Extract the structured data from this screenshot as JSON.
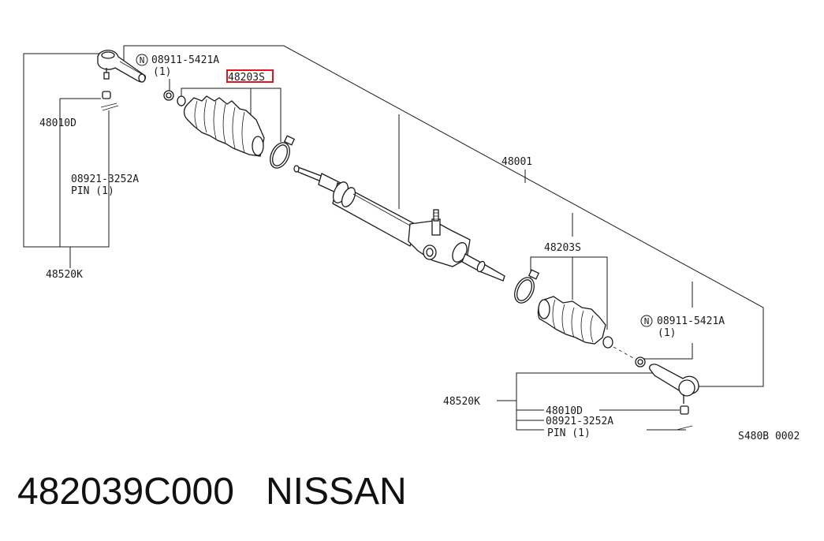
{
  "labels": {
    "nut_code_top": "08911-5421A",
    "nut_qty_top": "(1)",
    "boot_top": "48203S",
    "pin_top_code": "08921-3252A",
    "pin_top_label": "PIN (1)",
    "nut_top": "48010D",
    "end_top": "48520K",
    "rack": "48001",
    "boot_bottom": "48203S",
    "nut_code_bottom": "08911-5421A",
    "nut_qty_bottom": "(1)",
    "end_bottom": "48520K",
    "nut_bottom": "48010D",
    "pin_bottom_code": "08921-3252A",
    "pin_bottom_label": "PIN (1)",
    "ref": "S480B 0002",
    "n_mark": "N"
  },
  "caption": {
    "part_number": "482039C000",
    "brand": "NISSAN"
  },
  "colors": {
    "highlight": "#e0141e",
    "line": "#1a1a1a"
  }
}
